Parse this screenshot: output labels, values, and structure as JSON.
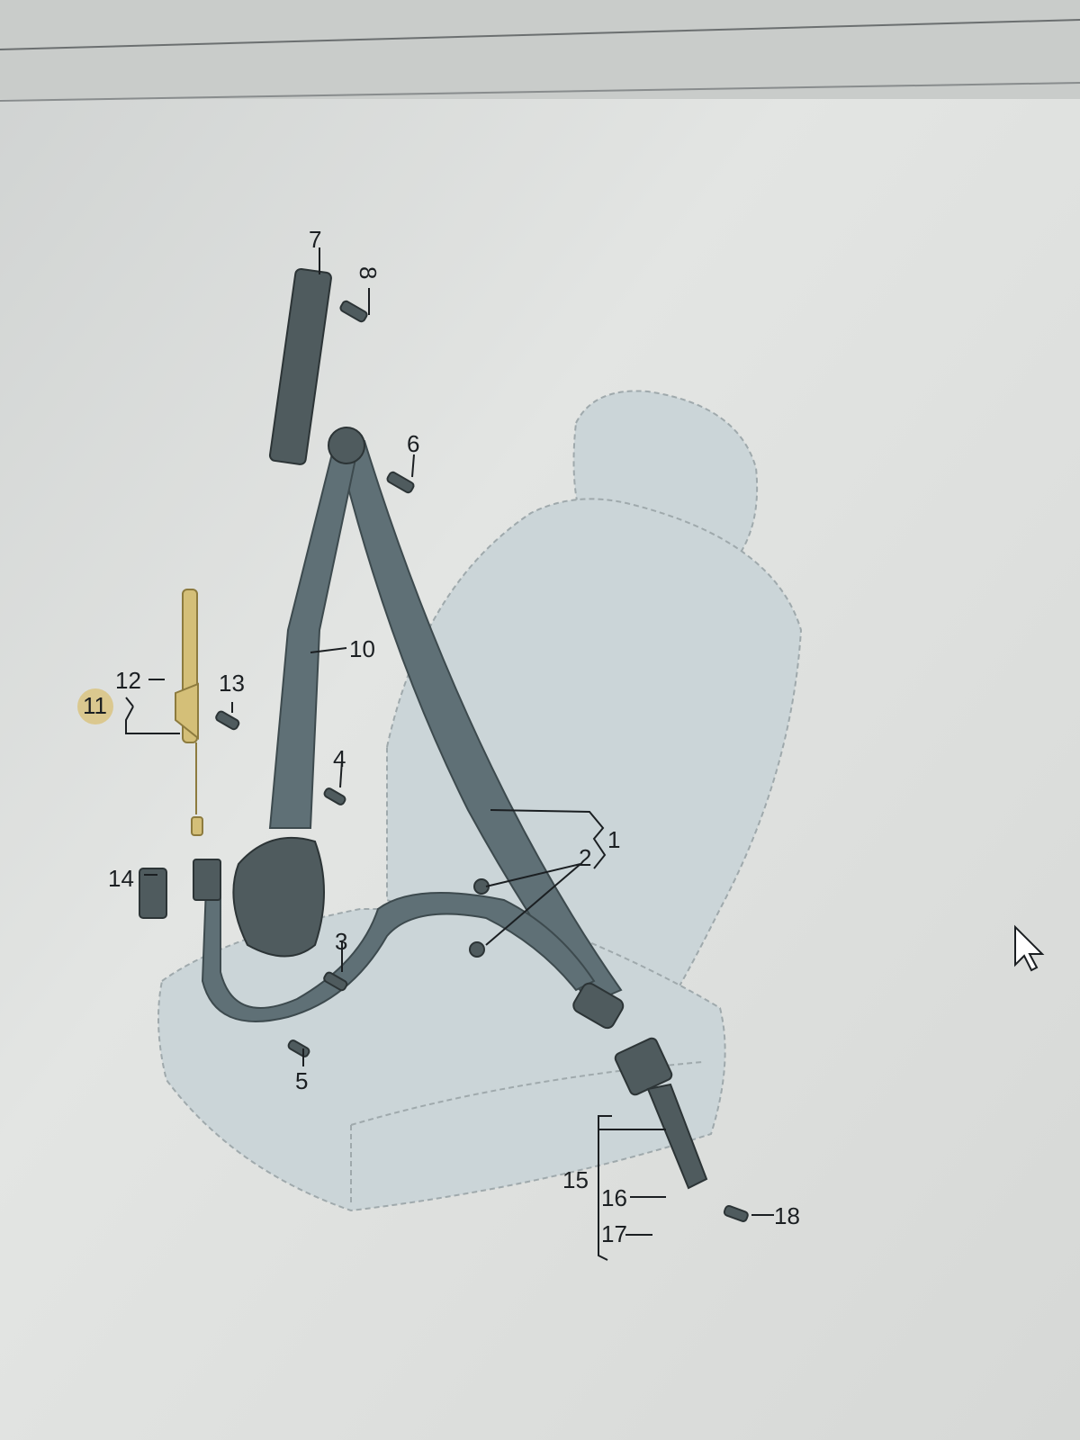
{
  "diagram": {
    "title_hidden": null,
    "part_labels": {
      "p1": "1",
      "p2": "2",
      "p3": "3",
      "p4": "4",
      "p5": "5",
      "p6": "6",
      "p7": "7",
      "p8": "8",
      "p10": "10",
      "p11": "11",
      "p12": "12",
      "p13": "13",
      "p14": "14",
      "p15": "15",
      "p16": "16",
      "p17": "17",
      "p18": "18"
    },
    "highlighted_part": "11",
    "colors": {
      "background": "#dfe1df",
      "seat": "#c9d3d6",
      "belt": "#5d6e74",
      "highlight": "#d9c27a",
      "parts": "#4a5558"
    }
  }
}
